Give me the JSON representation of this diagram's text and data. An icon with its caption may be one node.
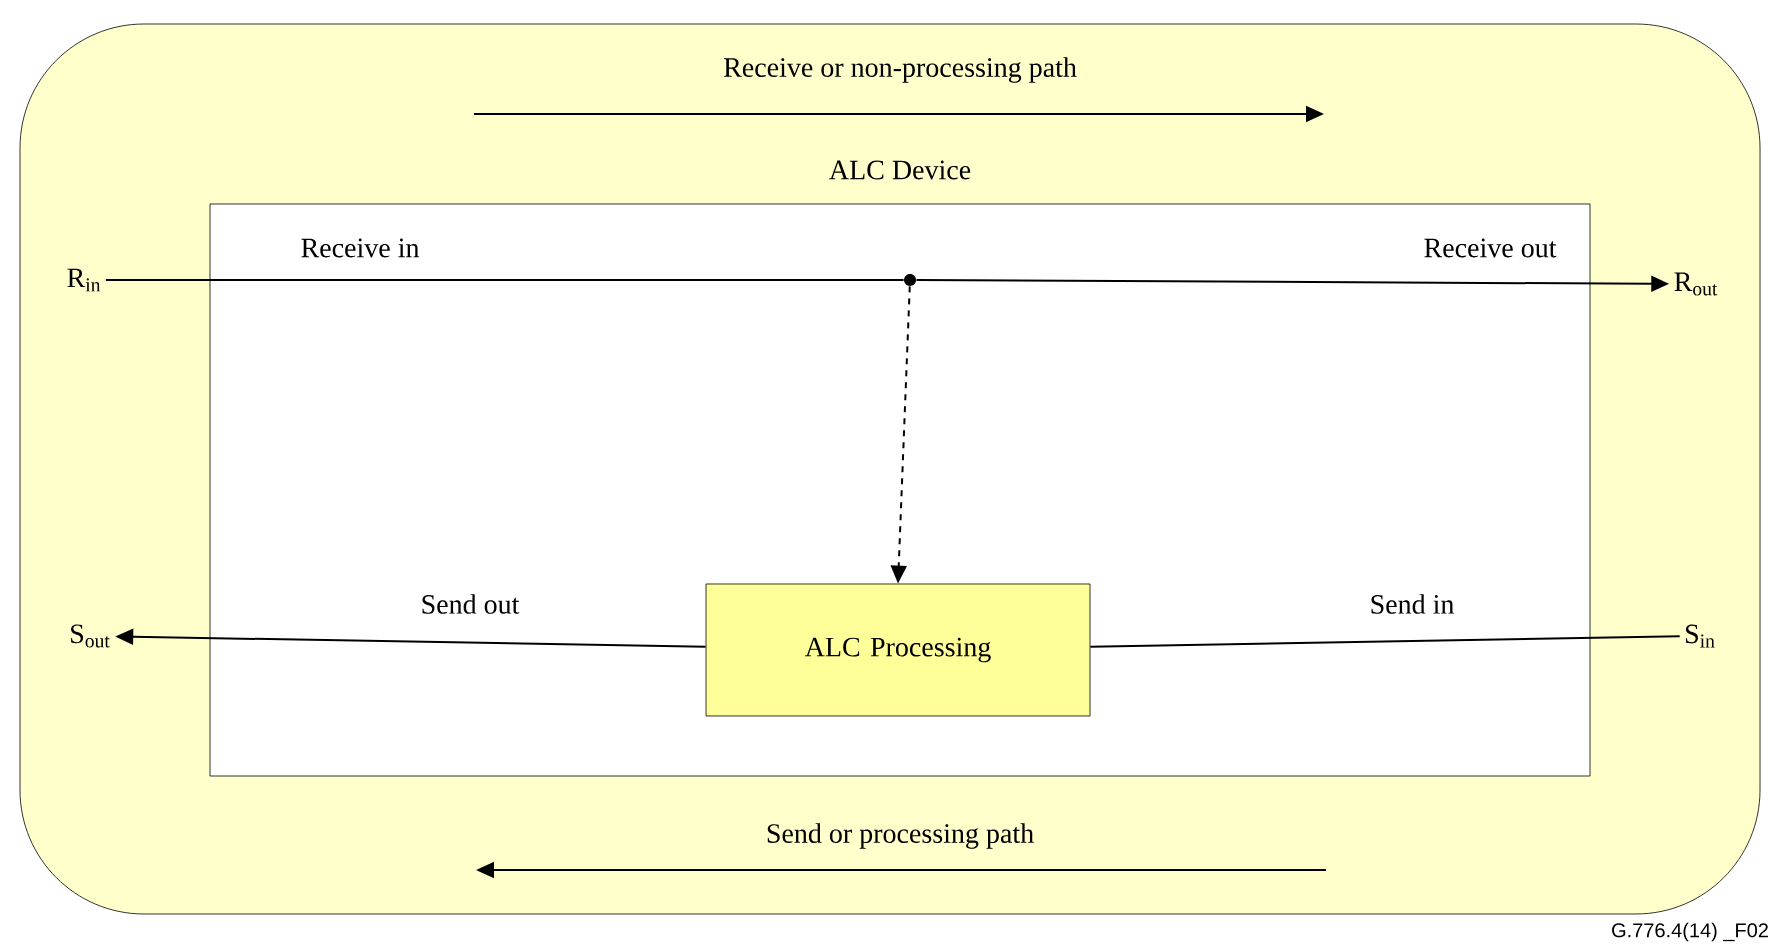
{
  "diagram": {
    "nodes": [
      {
        "text": [
          "Receive or non-processing path",
          "Send or processing path"
        ]
      },
      {
        "text": [
          "ALC Device"
        ],
        "in": 0
      },
      {
        "text": [
          "R$_{in}$"
        ],
        "in": 0
      },
      {
        "text": [
          "R$_{out}$"
        ],
        "in": 0
      },
      {
        "text": [
          "S$_{out}$"
        ],
        "in": 0
      },
      {
        "text": [
          "S$_{in}$"
        ],
        "in": 0
      },
      {
        "text": [
          "ALC Processing"
        ],
        "in": 1
      },
      {
        "text": [],
        "shape": "circle",
        "in": 1
      }
    ],
    "edges": [
      {
        "from": 2,
        "to": 7,
        "arrow": "none",
        "label": "Receive in"
      },
      {
        "from": 7,
        "to": 3,
        "arrow": "to",
        "label": "Receive out"
      },
      {
        "from": 7,
        "to": 6,
        "arrow": "to",
        "style": "dashed"
      },
      {
        "from": 5,
        "to": 6,
        "arrow": "none",
        "label": "Send in"
      },
      {
        "from": 6,
        "to": 4,
        "arrow": "to",
        "label": "Send out"
      }
    ],
    "labels": [
      "G.776.4(14) _F02"
    ]
  }
}
